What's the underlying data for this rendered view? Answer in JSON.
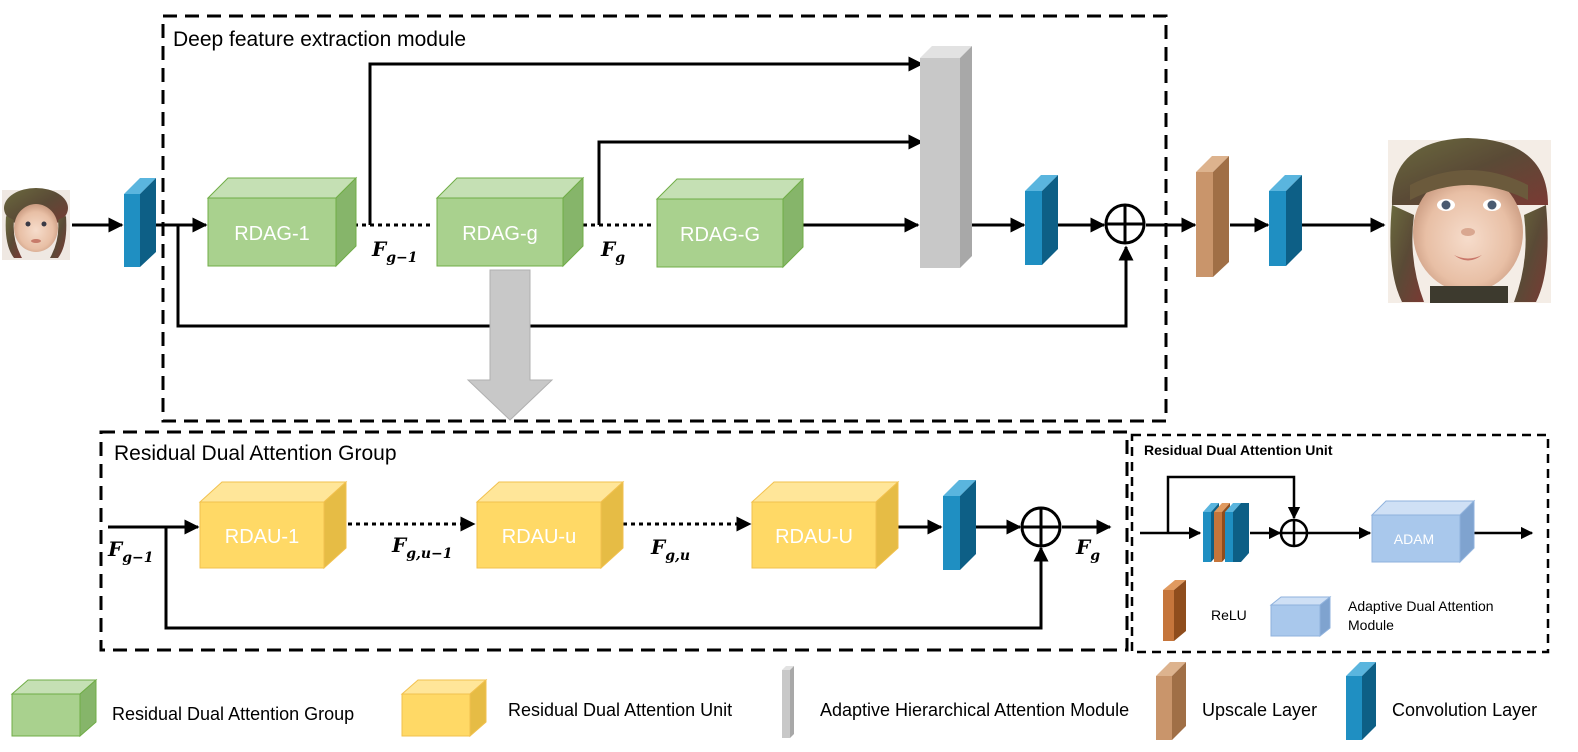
{
  "colors": {
    "green_front": "#a9d18e",
    "green_top": "#c5e0b4",
    "green_side": "#86b56a",
    "green_edge": "#70ad47",
    "yellow_front": "#ffd966",
    "yellow_top": "#ffe699",
    "yellow_side": "#e6bc45",
    "yellow_edge": "#f2c14e",
    "blue_front": "#1f8fc2",
    "blue_side": "#0d5f86",
    "blue_top": "#5ab5de",
    "gray_front": "#c8c8c8",
    "gray_side": "#a8a8a8",
    "gray_top": "#e2e2e2",
    "brown_front": "#c9956b",
    "brown_side": "#a06f46",
    "brown_top": "#ddb38e",
    "relu_front": "#c5753b",
    "relu_side": "#8f4d1d",
    "relu_top": "#e09a60",
    "adam_front": "#a9c8ec",
    "adam_side": "#7fa3cf",
    "adam_top": "#cfe0f5"
  },
  "icons": {
    "input_image": "baby-face-thumbnail",
    "output_image": "baby-face-output"
  },
  "modules": {
    "deep_title": "Deep feature extraction module",
    "rdag_title": "Residual Dual Attention Group",
    "rdau_title": "Residual Dual Attention Unit"
  },
  "blocks": {
    "rdag1": "RDAG-1",
    "rdagg": "RDAG-g",
    "rdagG": "RDAG-G",
    "rdau1": "RDAU-1",
    "rdauu": "RDAU-u",
    "rdauU": "RDAU-U",
    "adam": "ADAM"
  },
  "math": {
    "f_g_minus_1": {
      "base": "F",
      "sub": "g−1"
    },
    "f_g": {
      "base": "F",
      "sub": "g"
    },
    "f_gu_minus_1": {
      "base": "F",
      "sub": "g,u−1"
    },
    "f_gu": {
      "base": "F",
      "sub": "g,u"
    },
    "rdag_in": {
      "base": "F",
      "sub": "g−1"
    },
    "rdag_out": {
      "base": "F",
      "sub": "g"
    }
  },
  "unit_legend": {
    "relu": "ReLU",
    "adam": "Adaptive Dual Attention Module"
  },
  "legend": {
    "rdag": "Residual Dual Attention Group",
    "rdau": "Residual Dual Attention Unit",
    "aham": "Adaptive Hierarchical Attention Module",
    "upscale": "Upscale Layer",
    "conv": "Convolution Layer"
  }
}
